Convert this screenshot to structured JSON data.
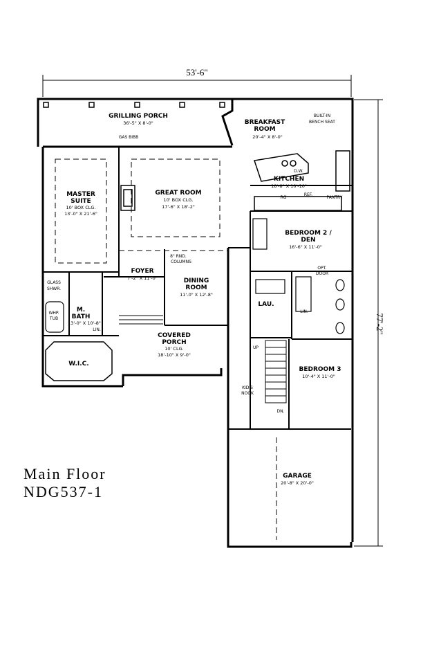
{
  "plan": {
    "title": "Main Floor",
    "plan_code": "NDG537-1",
    "width_dim": "53'-6\"",
    "depth_dim": "77'-2\""
  },
  "rooms": {
    "grilling_porch": {
      "name": "GRILLING PORCH",
      "size": "36'-5\" X 8'-0\""
    },
    "gas_bibb": "GAS BIBB",
    "breakfast": {
      "name1": "BREAKFAST",
      "name2": "ROOM",
      "size": "20'-4\" X 8'-0\""
    },
    "built_in": {
      "l1": "BUILT-IN",
      "l2": "BENCH SEAT"
    },
    "master": {
      "name1": "MASTER",
      "name2": "SUITE",
      "note": "10' BOX CLG.",
      "size": "13'-0\" X 21'-6\""
    },
    "great_room": {
      "name": "GREAT ROOM",
      "note": "10' BOX CLG.",
      "size": "17'-6\" X 18'-2\""
    },
    "kitchen": {
      "name": "KITCHEN",
      "size": "18'-8\" X 10'-10\""
    },
    "dw": "D.W.",
    "rg": "RG",
    "ref": "REF.",
    "pantry": "PANTRY",
    "bedroom2": {
      "name1": "BEDROOM 2 /",
      "name2": "DEN",
      "size": "16'-6\" X 11'-0\""
    },
    "columns": {
      "l1": "8\" RND.",
      "l2": "COLUMNS"
    },
    "foyer": {
      "name": "FOYER",
      "size": "7'-2\" X 11'-0\""
    },
    "dining": {
      "name1": "DINING",
      "name2": "ROOM",
      "size": "11'-0\" X 12'-8\""
    },
    "glass_shwr": {
      "l1": "GLASS",
      "l2": "SHWR."
    },
    "opt_door": {
      "l1": "OPT.",
      "l2": "DOOR"
    },
    "lau": "LAU.",
    "whp_tub": {
      "l1": "WHP.",
      "l2": "TUB"
    },
    "m_bath": {
      "name1": "M.",
      "name2": "BATH",
      "size": "13'-0\" X 10'-8\""
    },
    "lin": "LIN.",
    "lin2": "LIN.",
    "covered_porch": {
      "name1": "COVERED",
      "name2": "PORCH",
      "note": "10' CLG.",
      "size": "18'-10\" X 9'-0\""
    },
    "wic": "W.I.C.",
    "up": "UP",
    "bedroom3": {
      "name": "BEDROOM 3",
      "size": "10'-4\" X 11'-0\""
    },
    "kids_nook": {
      "l1": "KID'S",
      "l2": "NOOK"
    },
    "dn": "DN.",
    "garage": {
      "name": "GARAGE",
      "size": "20'-8\" X 20'-0\""
    }
  }
}
